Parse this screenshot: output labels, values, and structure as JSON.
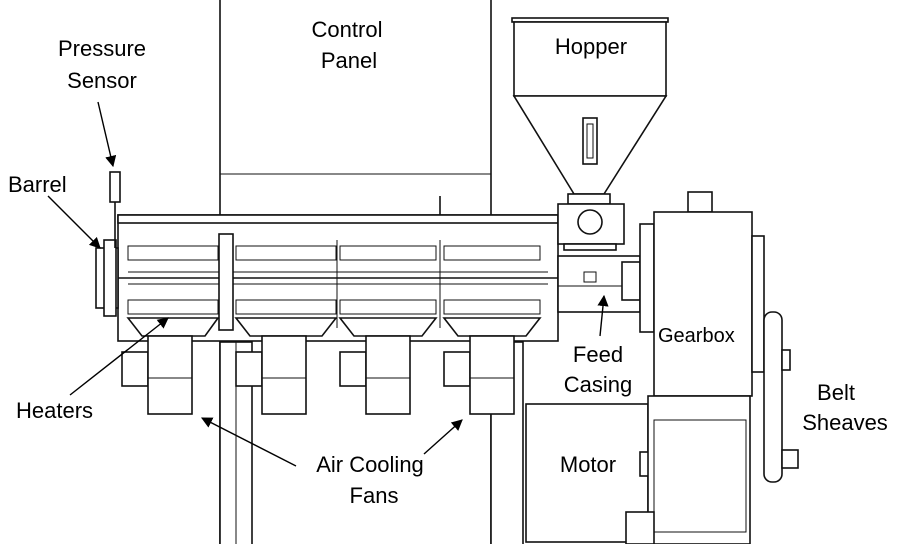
{
  "labels": {
    "pressure_line1": "Pressure",
    "pressure_line2": "Sensor",
    "control_line1": "Control",
    "control_line2": "Panel",
    "hopper": "Hopper",
    "barrel": "Barrel",
    "gearbox": "Gearbox",
    "feed_line1": "Feed",
    "feed_line2": "Casing",
    "heaters": "Heaters",
    "belt_line1": "Belt",
    "belt_line2": "Sheaves",
    "motor": "Motor",
    "fans_line1": "Air Cooling",
    "fans_line2": "Fans"
  },
  "colors": {
    "line": "#111111",
    "background": "#ffffff",
    "label": "#000000"
  }
}
